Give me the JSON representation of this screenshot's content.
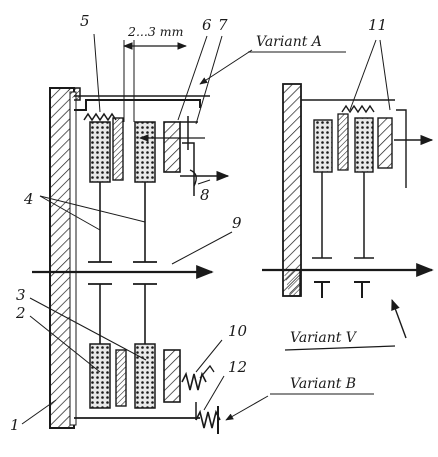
{
  "labels": {
    "part_1": "1",
    "part_2": "2",
    "part_3": "3",
    "part_4": "4",
    "part_5": "5",
    "part_6": "6",
    "part_7": "7",
    "part_8": "8",
    "part_9": "9",
    "part_10": "10",
    "part_11": "11",
    "part_12": "12",
    "gap": "2...3 mm",
    "variant_a": "Variant A",
    "variant_b": "Variant B",
    "variant_v": "Variant V"
  }
}
